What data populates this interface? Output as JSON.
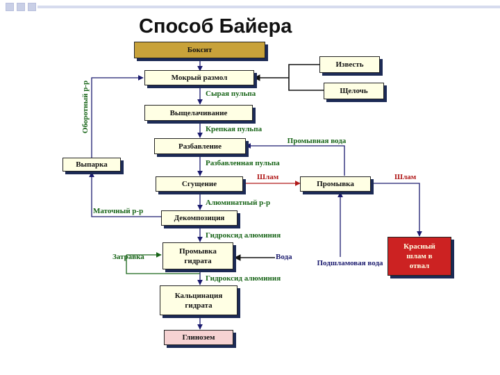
{
  "title": "Способ Байера",
  "colors": {
    "box_fill": "#ffffe4",
    "bauxite_fill": "#c8a23a",
    "red_mud_fill": "#cc2222",
    "alumina_fill": "#f6d2d2",
    "box_shadow": "#1c2a55",
    "text_green": "#176417",
    "text_navy": "#1a1a6e",
    "text_red": "#b01818"
  },
  "boxes": {
    "bauxite": "Боксит",
    "lime": "Известь",
    "alkali": "Щелочь",
    "wet_grinding": "Мокрый размол",
    "leaching": "Выщелачивание",
    "dilution": "Разбавление",
    "evaporation": "Выпарка",
    "thickening": "Сгущение",
    "washing": "Промывка",
    "decomposition": "Декомпозиция",
    "hydrate_washing": "Промывка гидрата",
    "calcination": "Кальцинация гидрата",
    "alumina": "Глинозем",
    "red_mud": "Красный шлам в отвал"
  },
  "labels": {
    "recycled_solution": "Оборотный р-р",
    "raw_pulp": "Сырая пульпа",
    "strong_pulp": "Крепкая пульпа",
    "wash_water": "Промывная вода",
    "diluted_pulp": "Разбавленная пульпа",
    "mud_1": "Шлам",
    "mud_2": "Шлам",
    "aluminate_solution": "Алюминатный р-р",
    "mother_liquor": "Маточный р-р",
    "aluminum_hydroxide_1": "Гидроксид алюминия",
    "seeding": "Затравка",
    "water": "Вода",
    "sub_mud_water": "Подшламовая вода",
    "aluminum_hydroxide_2": "Гидроксид алюминия"
  }
}
